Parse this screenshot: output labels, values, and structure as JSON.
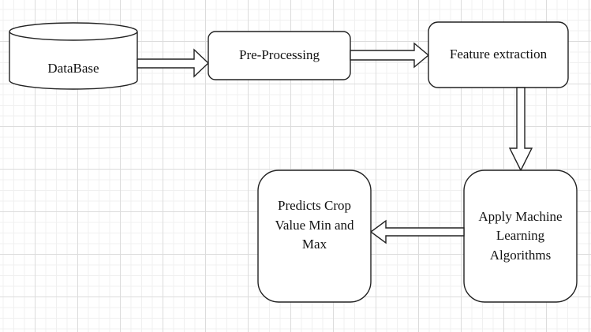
{
  "nodes": {
    "database": "DataBase",
    "preprocessing": "Pre-Processing",
    "feature_extraction": "Feature extraction",
    "apply_ml": "Apply Machine Learning Algorithms",
    "predicts": "Predicts Crop Value Min and Max"
  }
}
